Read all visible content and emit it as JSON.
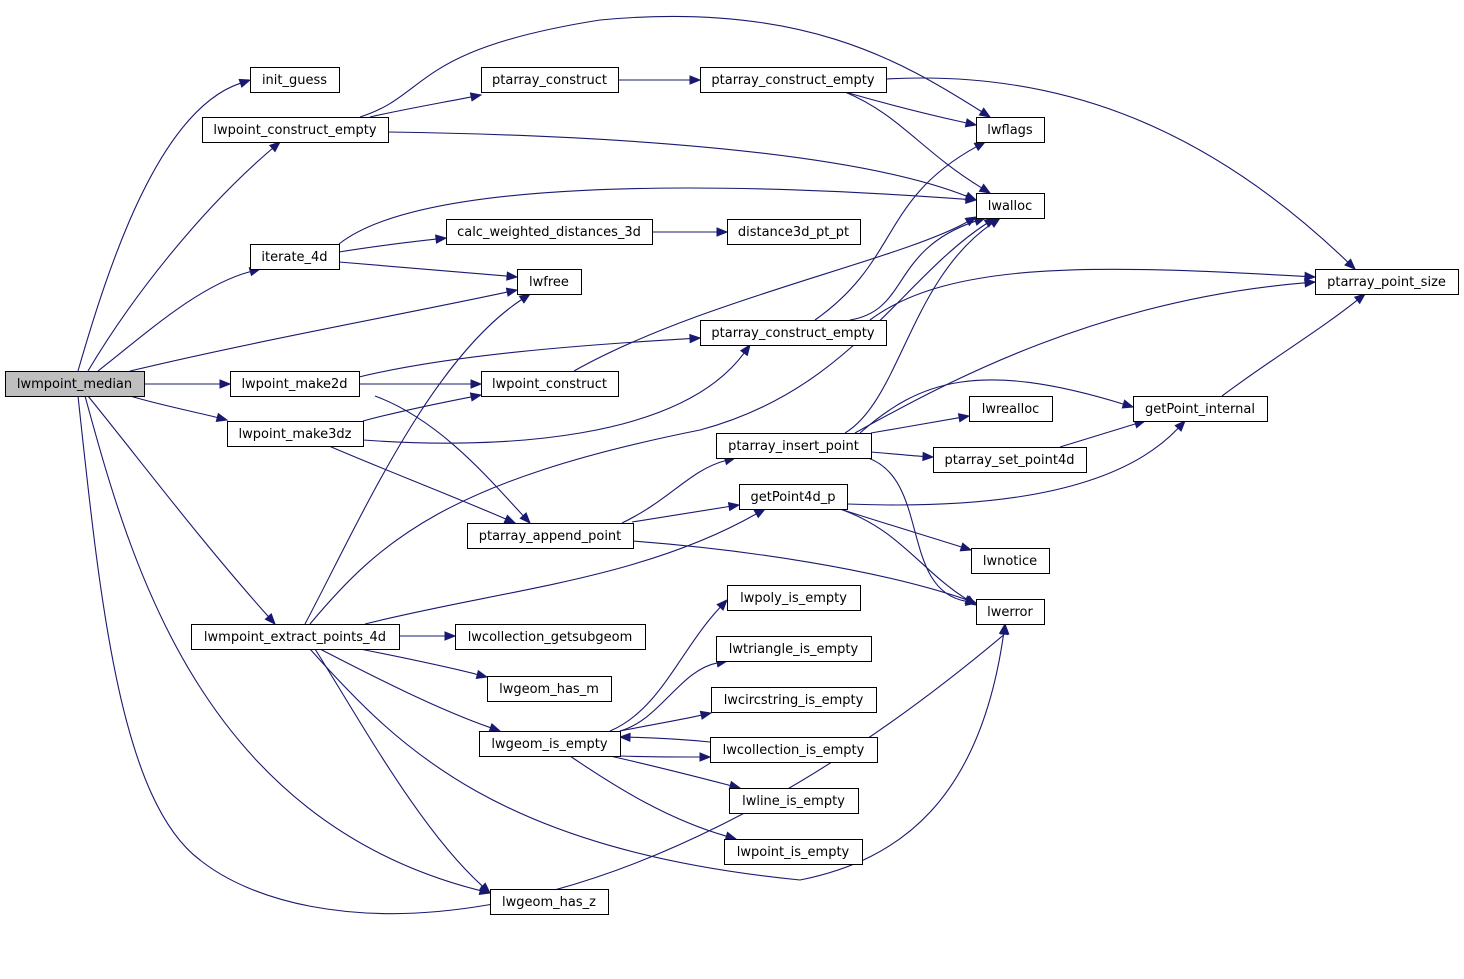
{
  "graph": {
    "nodes": [
      {
        "id": "lwmpoint_median",
        "label": "lwmpoint_median",
        "root": true
      },
      {
        "id": "init_guess",
        "label": "init_guess"
      },
      {
        "id": "lwpoint_construct_empty",
        "label": "lwpoint_construct_empty"
      },
      {
        "id": "ptarray_construct",
        "label": "ptarray_construct"
      },
      {
        "id": "ptarray_construct_empty_top",
        "label": "ptarray_construct_empty"
      },
      {
        "id": "lwflags",
        "label": "lwflags"
      },
      {
        "id": "lwalloc",
        "label": "lwalloc"
      },
      {
        "id": "iterate_4d",
        "label": "iterate_4d"
      },
      {
        "id": "calc_weighted_distances_3d",
        "label": "calc_weighted_distances_3d"
      },
      {
        "id": "distance3d_pt_pt",
        "label": "distance3d_pt_pt"
      },
      {
        "id": "lwfree",
        "label": "lwfree"
      },
      {
        "id": "ptarray_point_size",
        "label": "ptarray_point_size"
      },
      {
        "id": "ptarray_construct_empty_mid",
        "label": "ptarray_construct_empty"
      },
      {
        "id": "lwpoint_make2d",
        "label": "lwpoint_make2d"
      },
      {
        "id": "lwpoint_construct",
        "label": "lwpoint_construct"
      },
      {
        "id": "lwpoint_make3dz",
        "label": "lwpoint_make3dz"
      },
      {
        "id": "lwrealloc",
        "label": "lwrealloc"
      },
      {
        "id": "getPoint_internal",
        "label": "getPoint_internal"
      },
      {
        "id": "ptarray_insert_point",
        "label": "ptarray_insert_point"
      },
      {
        "id": "ptarray_set_point4d",
        "label": "ptarray_set_point4d"
      },
      {
        "id": "getPoint4d_p",
        "label": "getPoint4d_p"
      },
      {
        "id": "ptarray_append_point",
        "label": "ptarray_append_point"
      },
      {
        "id": "lwnotice",
        "label": "lwnotice"
      },
      {
        "id": "lwpoly_is_empty",
        "label": "lwpoly_is_empty"
      },
      {
        "id": "lwerror",
        "label": "lwerror"
      },
      {
        "id": "lwmpoint_extract_points_4d",
        "label": "lwmpoint_extract_points_4d"
      },
      {
        "id": "lwcollection_getsubgeom",
        "label": "lwcollection_getsubgeom"
      },
      {
        "id": "lwtriangle_is_empty",
        "label": "lwtriangle_is_empty"
      },
      {
        "id": "lwgeom_has_m",
        "label": "lwgeom_has_m"
      },
      {
        "id": "lwcircstring_is_empty",
        "label": "lwcircstring_is_empty"
      },
      {
        "id": "lwgeom_is_empty",
        "label": "lwgeom_is_empty"
      },
      {
        "id": "lwcollection_is_empty",
        "label": "lwcollection_is_empty"
      },
      {
        "id": "lwline_is_empty",
        "label": "lwline_is_empty"
      },
      {
        "id": "lwpoint_is_empty",
        "label": "lwpoint_is_empty"
      },
      {
        "id": "lwgeom_has_z",
        "label": "lwgeom_has_z"
      }
    ],
    "edges": [
      {
        "from": "lwmpoint_median",
        "to": "init_guess"
      },
      {
        "from": "lwmpoint_median",
        "to": "lwpoint_construct_empty"
      },
      {
        "from": "lwmpoint_median",
        "to": "iterate_4d"
      },
      {
        "from": "lwmpoint_median",
        "to": "lwfree"
      },
      {
        "from": "lwmpoint_median",
        "to": "lwpoint_make2d"
      },
      {
        "from": "lwmpoint_median",
        "to": "lwpoint_make3dz"
      },
      {
        "from": "lwmpoint_median",
        "to": "lwmpoint_extract_points_4d"
      },
      {
        "from": "lwmpoint_median",
        "to": "lwgeom_has_z"
      },
      {
        "from": "lwmpoint_median",
        "to": "lwerror"
      },
      {
        "from": "lwpoint_construct_empty",
        "to": "ptarray_construct"
      },
      {
        "from": "lwpoint_construct_empty",
        "to": "lwflags"
      },
      {
        "from": "lwpoint_construct_empty",
        "to": "lwalloc"
      },
      {
        "from": "ptarray_construct",
        "to": "ptarray_construct_empty_top"
      },
      {
        "from": "ptarray_construct_empty_top",
        "to": "lwflags"
      },
      {
        "from": "ptarray_construct_empty_top",
        "to": "lwalloc"
      },
      {
        "from": "ptarray_construct_empty_top",
        "to": "ptarray_point_size"
      },
      {
        "from": "iterate_4d",
        "to": "lwalloc"
      },
      {
        "from": "iterate_4d",
        "to": "calc_weighted_distances_3d"
      },
      {
        "from": "iterate_4d",
        "to": "lwfree"
      },
      {
        "from": "calc_weighted_distances_3d",
        "to": "distance3d_pt_pt"
      },
      {
        "from": "lwpoint_make2d",
        "to": "ptarray_construct_empty_mid"
      },
      {
        "from": "lwpoint_make2d",
        "to": "lwpoint_construct"
      },
      {
        "from": "lwpoint_make2d",
        "to": "ptarray_append_point"
      },
      {
        "from": "lwpoint_make3dz",
        "to": "ptarray_construct_empty_mid"
      },
      {
        "from": "lwpoint_make3dz",
        "to": "lwpoint_construct"
      },
      {
        "from": "lwpoint_make3dz",
        "to": "ptarray_append_point"
      },
      {
        "from": "ptarray_construct_empty_mid",
        "to": "lwflags"
      },
      {
        "from": "ptarray_construct_empty_mid",
        "to": "lwalloc"
      },
      {
        "from": "ptarray_construct_empty_mid",
        "to": "ptarray_point_size"
      },
      {
        "from": "lwpoint_construct",
        "to": "lwalloc"
      },
      {
        "from": "ptarray_append_point",
        "to": "ptarray_insert_point"
      },
      {
        "from": "ptarray_append_point",
        "to": "getPoint4d_p"
      },
      {
        "from": "ptarray_append_point",
        "to": "lwerror"
      },
      {
        "from": "ptarray_insert_point",
        "to": "lwalloc"
      },
      {
        "from": "ptarray_insert_point",
        "to": "ptarray_point_size"
      },
      {
        "from": "ptarray_insert_point",
        "to": "getPoint_internal"
      },
      {
        "from": "ptarray_insert_point",
        "to": "lwrealloc"
      },
      {
        "from": "ptarray_insert_point",
        "to": "ptarray_set_point4d"
      },
      {
        "from": "ptarray_insert_point",
        "to": "lwerror"
      },
      {
        "from": "ptarray_set_point4d",
        "to": "getPoint_internal"
      },
      {
        "from": "getPoint_internal",
        "to": "ptarray_point_size"
      },
      {
        "from": "getPoint4d_p",
        "to": "getPoint_internal"
      },
      {
        "from": "getPoint4d_p",
        "to": "lwnotice"
      },
      {
        "from": "getPoint4d_p",
        "to": "lwerror"
      },
      {
        "from": "lwmpoint_extract_points_4d",
        "to": "lwfree"
      },
      {
        "from": "lwmpoint_extract_points_4d",
        "to": "lwalloc"
      },
      {
        "from": "lwmpoint_extract_points_4d",
        "to": "getPoint4d_p"
      },
      {
        "from": "lwmpoint_extract_points_4d",
        "to": "lwcollection_getsubgeom"
      },
      {
        "from": "lwmpoint_extract_points_4d",
        "to": "lwgeom_has_m"
      },
      {
        "from": "lwmpoint_extract_points_4d",
        "to": "lwgeom_is_empty"
      },
      {
        "from": "lwmpoint_extract_points_4d",
        "to": "lwgeom_has_z"
      },
      {
        "from": "lwmpoint_extract_points_4d",
        "to": "lwerror"
      },
      {
        "from": "lwgeom_is_empty",
        "to": "lwpoly_is_empty"
      },
      {
        "from": "lwgeom_is_empty",
        "to": "lwtriangle_is_empty"
      },
      {
        "from": "lwgeom_is_empty",
        "to": "lwcircstring_is_empty"
      },
      {
        "from": "lwgeom_is_empty",
        "to": "lwcollection_is_empty"
      },
      {
        "from": "lwgeom_is_empty",
        "to": "lwline_is_empty"
      },
      {
        "from": "lwgeom_is_empty",
        "to": "lwpoint_is_empty"
      },
      {
        "from": "lwcollection_is_empty",
        "to": "lwgeom_is_empty"
      }
    ]
  }
}
